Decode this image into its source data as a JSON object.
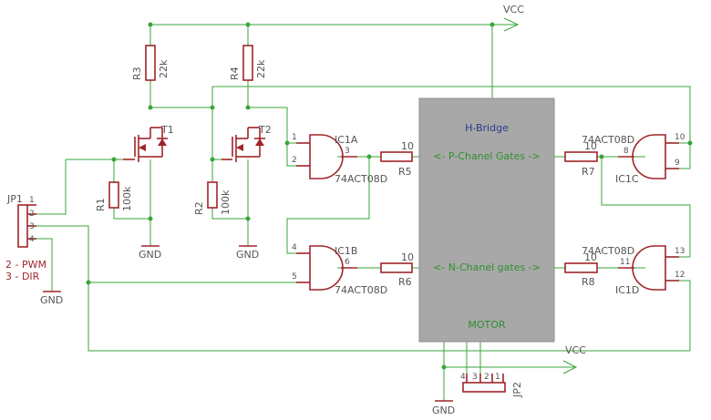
{
  "supply": {
    "vcc_top": "VCC",
    "vcc_bottom": "VCC",
    "gnd": "GND"
  },
  "resistors": {
    "r3": {
      "name": "R3",
      "value": "22k"
    },
    "r4": {
      "name": "R4",
      "value": "22k"
    },
    "r1": {
      "name": "R1",
      "value": "100k"
    },
    "r2": {
      "name": "R2",
      "value": "100k"
    },
    "r5": {
      "name": "R5",
      "value": "10"
    },
    "r6": {
      "name": "R6",
      "value": "10"
    },
    "r7": {
      "name": "R7",
      "value": "10"
    },
    "r8": {
      "name": "R8",
      "value": "10"
    }
  },
  "transistors": {
    "t1": "T1",
    "t2": "T2"
  },
  "gates": {
    "ic1a": {
      "name": "IC1A",
      "part": "74ACT08D",
      "pins": [
        "1",
        "2",
        "3"
      ]
    },
    "ic1b": {
      "name": "IC1B",
      "part": "74ACT08D",
      "pins": [
        "4",
        "5",
        "6"
      ]
    },
    "ic1c": {
      "name": "IC1C",
      "part": "74ACT08D",
      "pins": [
        "10",
        "9",
        "8"
      ]
    },
    "ic1d": {
      "name": "IC1D",
      "part": "74ACT08D",
      "pins": [
        "13",
        "12",
        "11"
      ]
    }
  },
  "hbridge": {
    "title": "H-Bridge",
    "p_gates": "<- P-Chanel Gates ->",
    "n_gates": "<- N-Chanel gates ->",
    "motor": "MOTOR"
  },
  "jp1": {
    "name": "JP1",
    "pins": [
      "1",
      "2",
      "3",
      "4"
    ],
    "note_pwm": "2 - PWM",
    "note_dir": "3 - DIR"
  },
  "jp2": {
    "name": "JP2",
    "pins": [
      "4",
      "3",
      "2",
      "1"
    ]
  },
  "colors": {
    "wire": "#3aa53a",
    "symbol": "#a0252a",
    "block": "#a8a8a8",
    "label": "#555555"
  }
}
